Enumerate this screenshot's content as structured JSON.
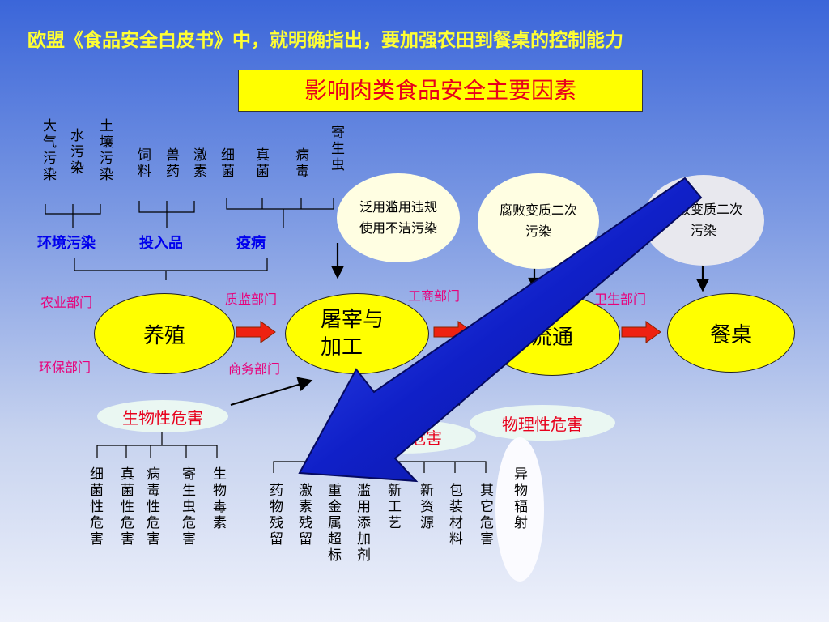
{
  "header": "欧盟《食品安全白皮书》中，就明确指出，要加强农田到餐桌的控制能力",
  "title": "影响肉类食品安全主要因素",
  "env_items": [
    "大气污染",
    "水污染",
    "土壤污染"
  ],
  "input_items": [
    "饲料",
    "兽药",
    "激素"
  ],
  "disease_items": [
    "细菌",
    "真菌",
    "病毒",
    "寄生虫"
  ],
  "groups": {
    "env": "环境污染",
    "input": "投入品",
    "disease": "疫病"
  },
  "clouds": {
    "c1": "泛用滥用违规使用不洁污染",
    "c2": "腐败变质二次污染",
    "c3": "腐败变质二次污染"
  },
  "departments": {
    "agri": "农业部门",
    "envprot": "环保部门",
    "quality": "质监部门",
    "commerce": "商务部门",
    "industry": "工商部门",
    "commerce2": "商务部门",
    "health": "卫生部门"
  },
  "stages": [
    "养殖",
    "屠宰与加工",
    "流通",
    "餐桌"
  ],
  "hazards": {
    "bio": "生物性危害",
    "chem": "化学性危害",
    "phys": "物理性危害"
  },
  "bio_items": [
    "细菌性危害",
    "真菌性危害",
    "病毒性危害",
    "寄生虫危害",
    "生物毒素"
  ],
  "chem_items": [
    "药物残留",
    "激素残留",
    "重金属超标",
    "滥用添加剂",
    "新工艺",
    "新资源",
    "包装材料",
    "其它危害"
  ],
  "phys_items": [
    "异物辐射"
  ],
  "colors": {
    "header": "#ffff33",
    "title_bg": "#ffff00",
    "title_text": "#e8001c",
    "group": "#0000ee",
    "dept": "#e8007a",
    "oval": "#ffff00",
    "stage_arrow": "#ee2211",
    "big_arrow": "#1a2fd6"
  }
}
